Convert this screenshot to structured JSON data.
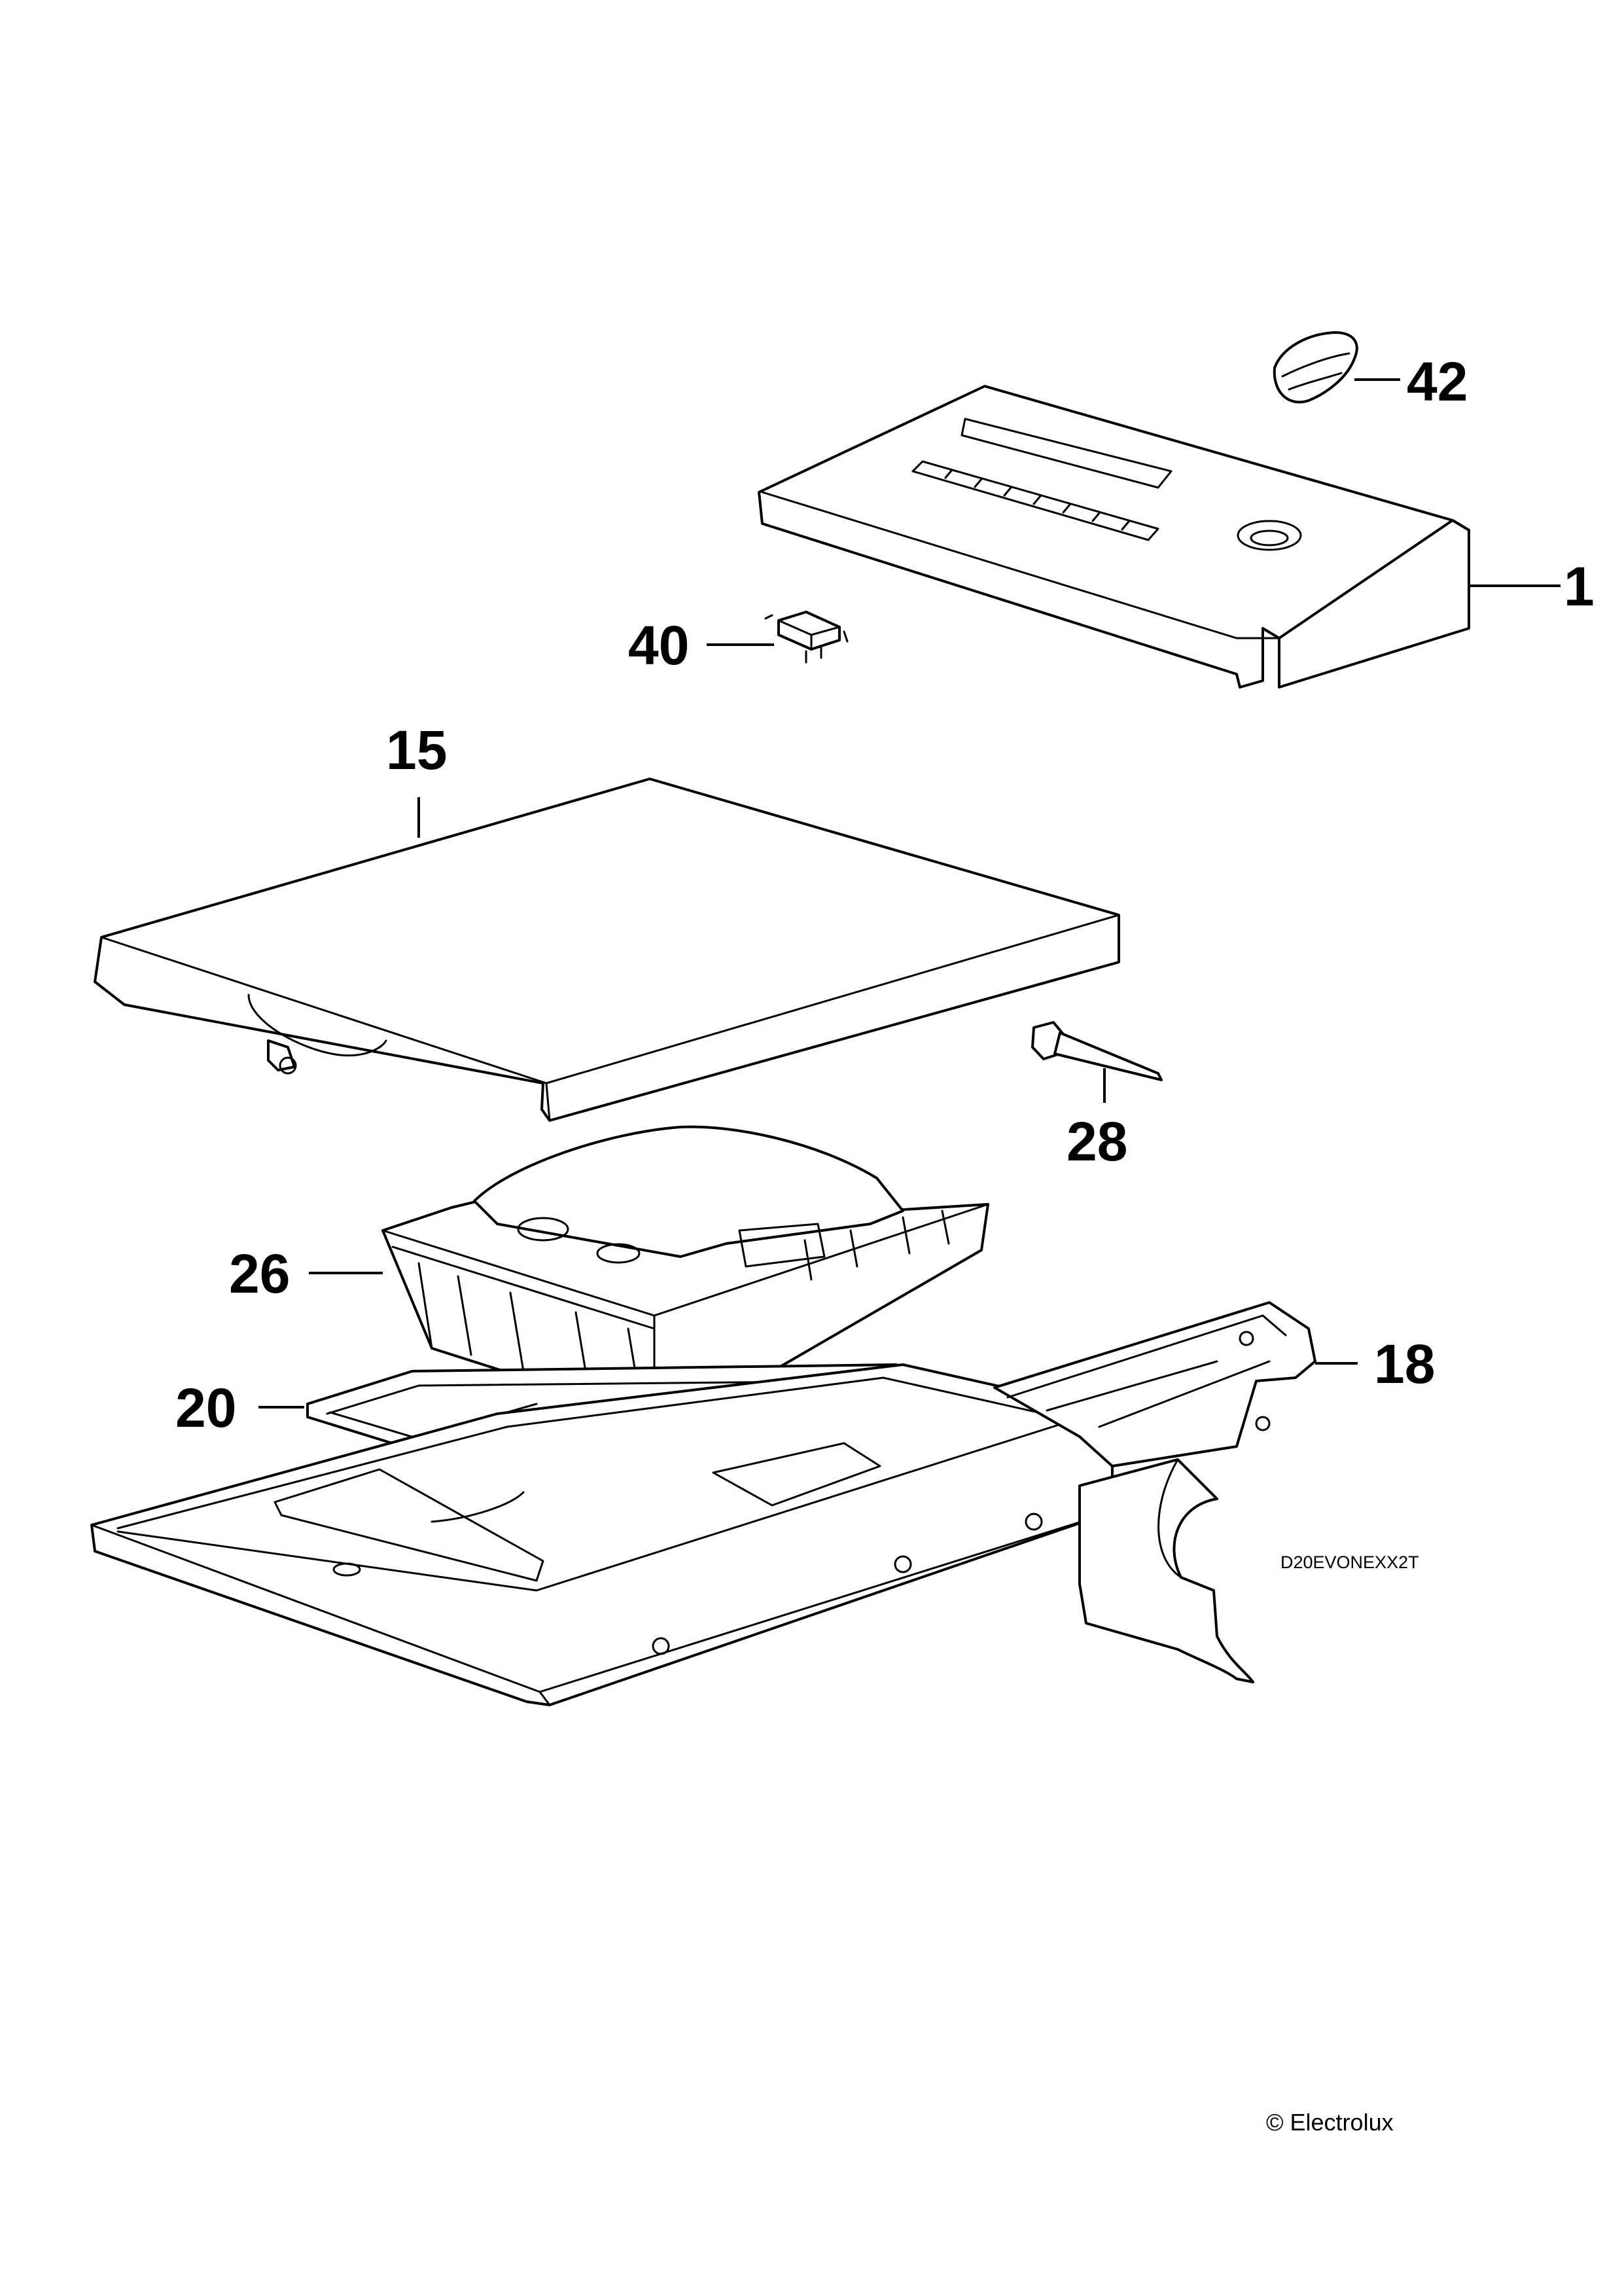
{
  "callouts": [
    {
      "id": "42",
      "label": "42"
    },
    {
      "id": "1",
      "label": "1"
    },
    {
      "id": "40",
      "label": "40"
    },
    {
      "id": "15",
      "label": "15"
    },
    {
      "id": "28",
      "label": "28"
    },
    {
      "id": "26",
      "label": "26"
    },
    {
      "id": "18",
      "label": "18"
    },
    {
      "id": "20",
      "label": "20"
    }
  ],
  "drawing_code": "D20EVONEXX2T",
  "copyright": "© Electrolux",
  "colors": {
    "line": "#000000",
    "background": "#ffffff"
  }
}
